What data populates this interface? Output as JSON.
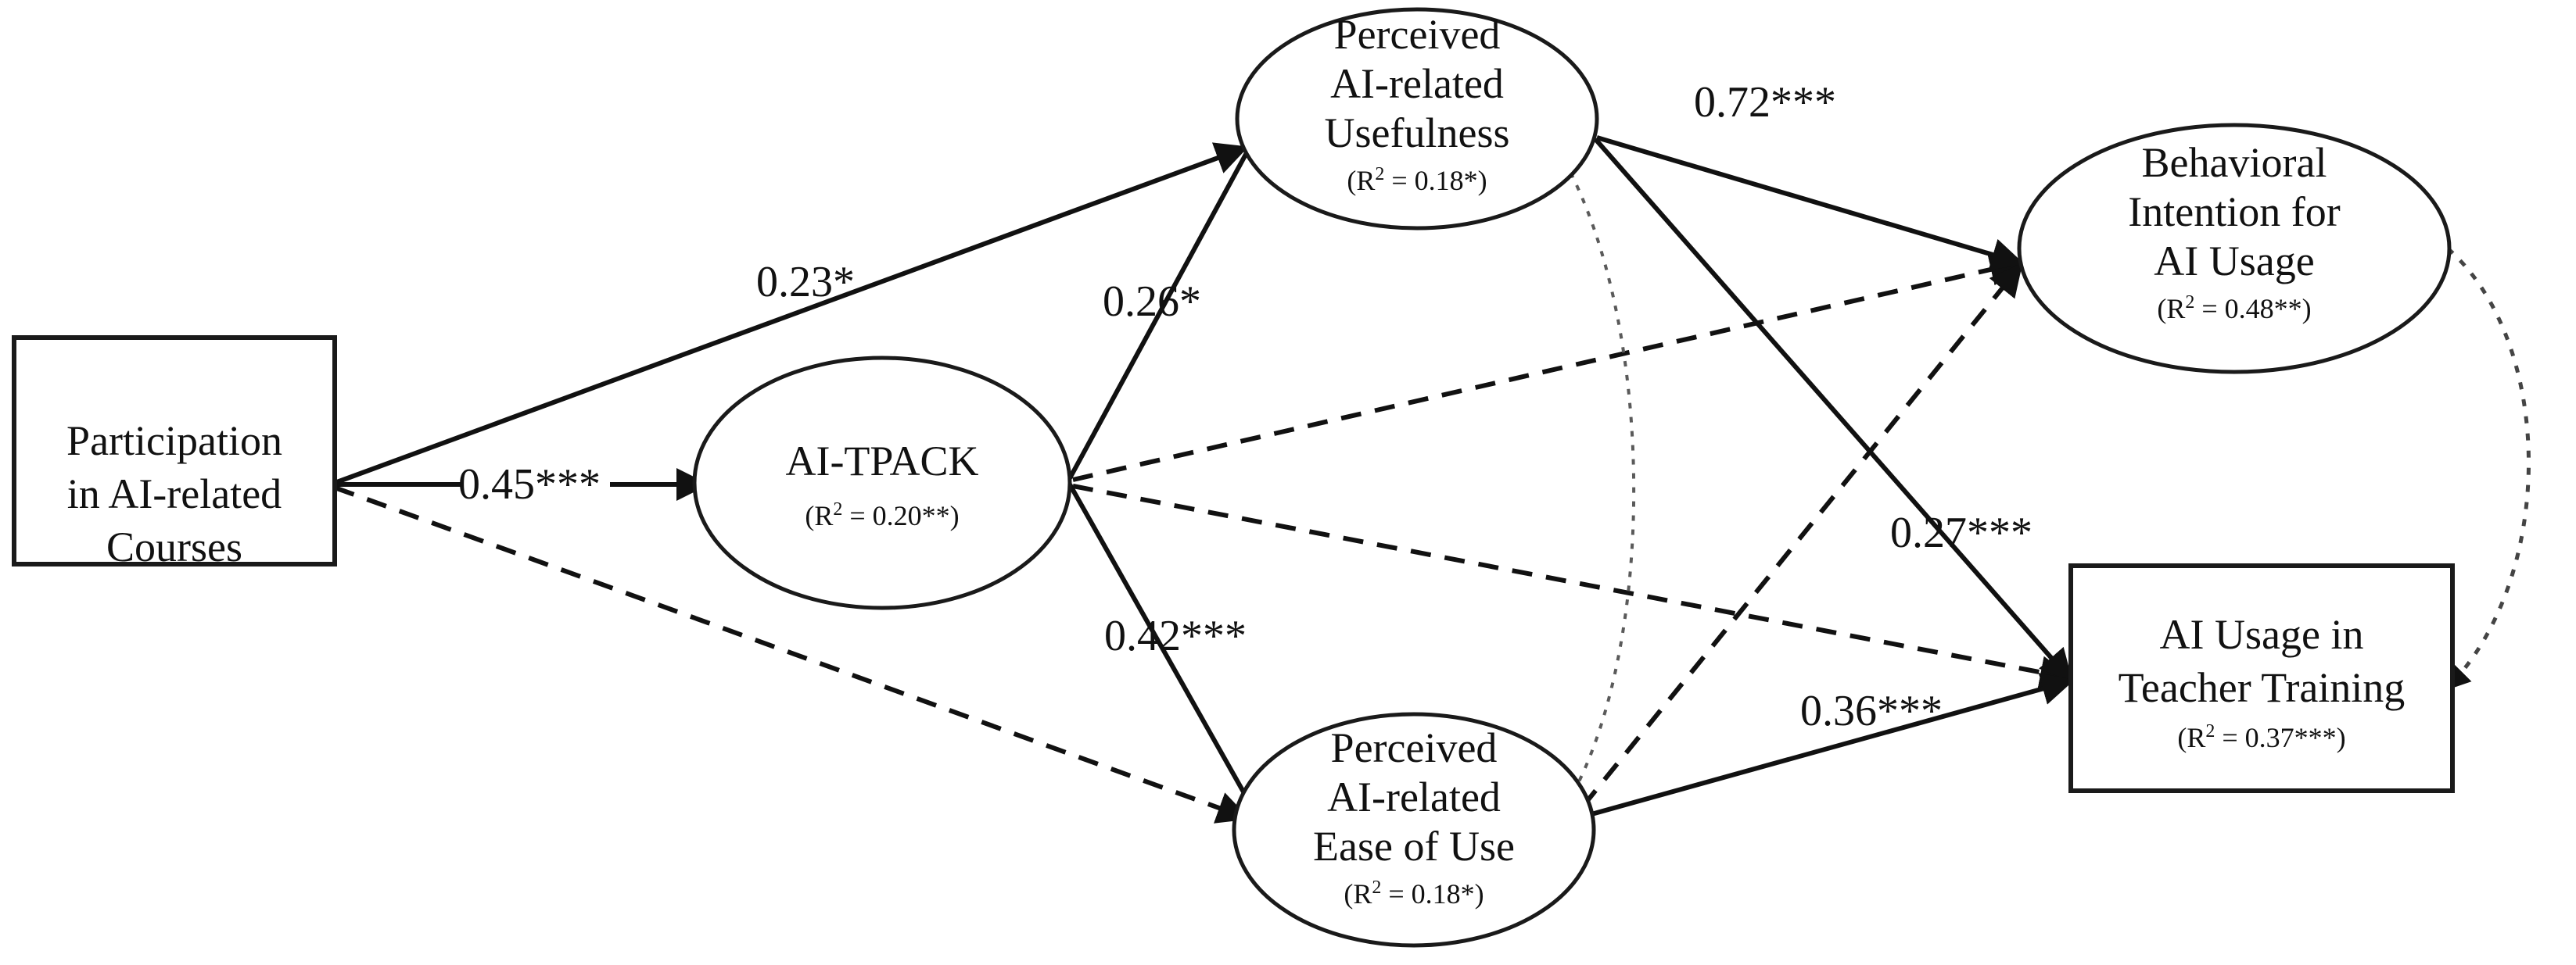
{
  "diagram": {
    "type": "structural-equation-model-path-diagram",
    "background_color": "#ffffff",
    "line_color": "#111111",
    "nodes": [
      {
        "id": "participation",
        "shape": "rectangle",
        "lines": [
          "Participation",
          "in AI-related",
          "Courses"
        ],
        "r2": ""
      },
      {
        "id": "ai_tpack",
        "shape": "ellipse",
        "lines": [
          "AI-TPACK"
        ],
        "r2_prefix": "(R",
        "r2_sup": "2",
        "r2_suffix": " = 0.20**)",
        "r2": "(R2 = 0.20**)"
      },
      {
        "id": "usefulness",
        "shape": "ellipse",
        "lines": [
          "Perceived",
          "AI-related",
          "Usefulness"
        ],
        "r2_prefix": "(R",
        "r2_sup": "2",
        "r2_suffix": " = 0.18*)",
        "r2": "(R2 = 0.18*)"
      },
      {
        "id": "ease_of_use",
        "shape": "ellipse",
        "lines": [
          "Perceived",
          "AI-related",
          "Ease of Use"
        ],
        "r2_prefix": "(R",
        "r2_sup": "2",
        "r2_suffix": " = 0.18*)",
        "r2": "(R2 = 0.18*)"
      },
      {
        "id": "behavioral_intention",
        "shape": "ellipse",
        "lines": [
          "Behavioral",
          "Intention for",
          "AI Usage"
        ],
        "r2_prefix": "(R",
        "r2_sup": "2",
        "r2_suffix": " = 0.48**)",
        "r2": "(R2 = 0.48**)"
      },
      {
        "id": "ai_usage",
        "shape": "rectangle",
        "lines": [
          "AI Usage in",
          "Teacher Training"
        ],
        "r2_prefix": "(R",
        "r2_sup": "2",
        "r2_suffix": " = 0.37***)",
        "r2": "(R2 = 0.37***)"
      }
    ],
    "edges": [
      {
        "id": "part_to_useful",
        "from": "participation",
        "to": "usefulness",
        "coefficient": "0.23*",
        "style": "solid"
      },
      {
        "id": "part_to_tpack",
        "from": "participation",
        "to": "ai_tpack",
        "coefficient": "0.45***",
        "style": "solid"
      },
      {
        "id": "part_to_ease",
        "from": "participation",
        "to": "ease_of_use",
        "coefficient": "",
        "style": "dashed"
      },
      {
        "id": "tpack_to_useful",
        "from": "ai_tpack",
        "to": "usefulness",
        "coefficient": "0.26*",
        "style": "solid"
      },
      {
        "id": "tpack_to_ease",
        "from": "ai_tpack",
        "to": "ease_of_use",
        "coefficient": "0.42***",
        "style": "solid"
      },
      {
        "id": "tpack_to_bi",
        "from": "ai_tpack",
        "to": "behavioral_intention",
        "coefficient": "",
        "style": "dashed"
      },
      {
        "id": "tpack_to_usage",
        "from": "ai_tpack",
        "to": "ai_usage",
        "coefficient": "",
        "style": "dashed"
      },
      {
        "id": "useful_to_bi",
        "from": "usefulness",
        "to": "behavioral_intention",
        "coefficient": "0.72***",
        "style": "solid"
      },
      {
        "id": "useful_to_usage",
        "from": "usefulness",
        "to": "ai_usage",
        "coefficient": "",
        "style": "solid"
      },
      {
        "id": "ease_to_bi",
        "from": "ease_of_use",
        "to": "behavioral_intention",
        "coefficient": "0.27***",
        "style": "dashed"
      },
      {
        "id": "ease_to_usage",
        "from": "ease_of_use",
        "to": "ai_usage",
        "coefficient": "0.36***",
        "style": "solid"
      },
      {
        "id": "useful_ease_corr",
        "from": "usefulness",
        "to": "ease_of_use",
        "coefficient": "",
        "style": "dotted",
        "arrows": "both"
      },
      {
        "id": "bi_usage_corr",
        "from": "behavioral_intention",
        "to": "ai_usage",
        "coefficient": "",
        "style": "dotted",
        "arrows": "both"
      }
    ],
    "coefficients": {
      "c_023": "0.23*",
      "c_045": "0.45***",
      "c_026": "0.26*",
      "c_042": "0.42***",
      "c_072": "0.72***",
      "c_027": "0.27***",
      "c_036": "0.36***"
    },
    "node_text": {
      "participation": {
        "l1": "Participation",
        "l2": "in AI-related",
        "l3": "Courses"
      },
      "ai_tpack": {
        "l1": "AI-TPACK",
        "r2_a": "(R",
        "r2_sup": "2",
        "r2_b": " = 0.20**)"
      },
      "usefulness": {
        "l1": "Perceived",
        "l2": "AI-related",
        "l3": "Usefulness",
        "r2_a": "(R",
        "r2_sup": "2",
        "r2_b": " = 0.18*)"
      },
      "ease_of_use": {
        "l1": "Perceived",
        "l2": "AI-related",
        "l3": "Ease of Use",
        "r2_a": "(R",
        "r2_sup": "2",
        "r2_b": " = 0.18*)"
      },
      "behavioral_intention": {
        "l1": "Behavioral",
        "l2": "Intention for",
        "l3": "AI Usage",
        "r2_a": "(R",
        "r2_sup": "2",
        "r2_b": " = 0.48**)"
      },
      "ai_usage": {
        "l1": "AI Usage in",
        "l2": "Teacher Training",
        "r2_a": "(R",
        "r2_sup": "2",
        "r2_b": " = 0.37***)"
      }
    }
  }
}
